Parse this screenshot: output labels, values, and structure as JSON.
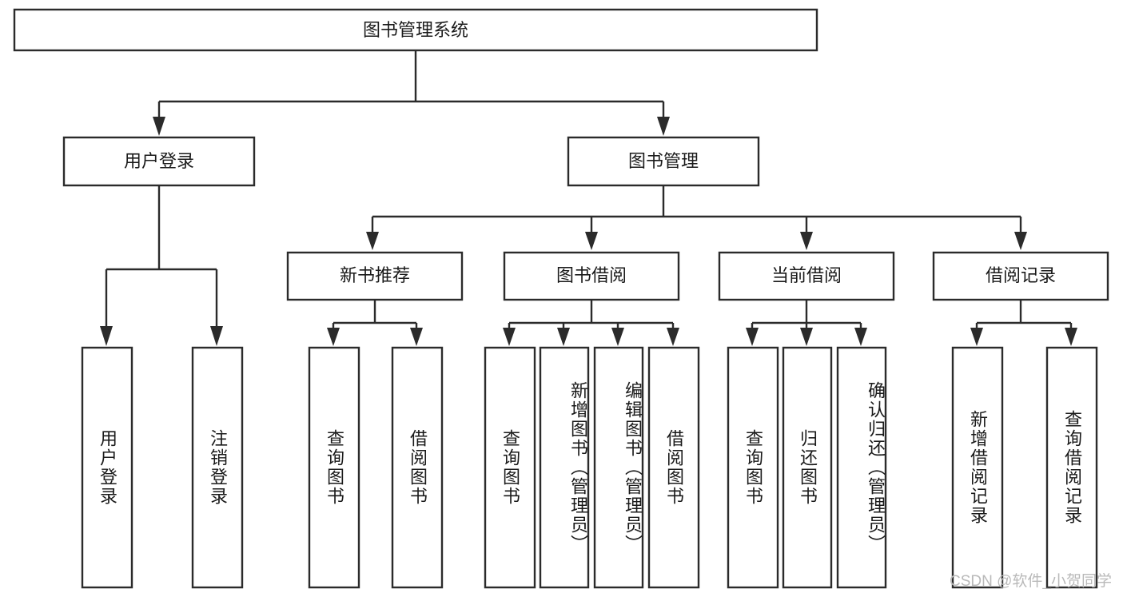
{
  "diagram": {
    "title": "图书管理系统",
    "type": "hierarchy-tree",
    "root": {
      "id": "root",
      "label": "图书管理系统"
    },
    "level2": [
      {
        "id": "user-login",
        "label": "用户登录"
      },
      {
        "id": "book-manage",
        "label": "图书管理"
      }
    ],
    "level3": [
      {
        "id": "new-book-rec",
        "label": "新书推荐",
        "parent": "book-manage"
      },
      {
        "id": "book-borrow",
        "label": "图书借阅",
        "parent": "book-manage"
      },
      {
        "id": "current-borrow",
        "label": "当前借阅",
        "parent": "book-manage"
      },
      {
        "id": "borrow-record",
        "label": "借阅记录",
        "parent": "book-manage"
      }
    ],
    "leaves": [
      {
        "id": "leaf-user-login",
        "label": "用户登录",
        "parent": "user-login"
      },
      {
        "id": "leaf-user-logout",
        "label": "注销登录",
        "parent": "user-login"
      },
      {
        "id": "leaf-query-book-1",
        "label": "查询图书",
        "parent": "new-book-rec"
      },
      {
        "id": "leaf-borrow-book-1",
        "label": "借阅图书",
        "parent": "new-book-rec"
      },
      {
        "id": "leaf-query-book-2",
        "label": "查询图书",
        "parent": "book-borrow"
      },
      {
        "id": "leaf-add-book",
        "label": "新增图书（管理员）",
        "parent": "book-borrow"
      },
      {
        "id": "leaf-edit-book",
        "label": "编辑图书（管理员）",
        "parent": "book-borrow"
      },
      {
        "id": "leaf-borrow-book-2",
        "label": "借阅图书",
        "parent": "book-borrow"
      },
      {
        "id": "leaf-query-book-3",
        "label": "查询图书",
        "parent": "current-borrow"
      },
      {
        "id": "leaf-return-book",
        "label": "归还图书",
        "parent": "current-borrow"
      },
      {
        "id": "leaf-confirm-return",
        "label": "确认归还（管理员）",
        "parent": "current-borrow"
      },
      {
        "id": "leaf-add-record",
        "label": "新增借阅记录",
        "parent": "borrow-record"
      },
      {
        "id": "leaf-query-record",
        "label": "查询借阅记录",
        "parent": "borrow-record"
      }
    ]
  },
  "watermark": {
    "text": "CSDN @软件_小贺同学"
  },
  "colors": {
    "stroke": "#2b2b2b",
    "fill": "#ffffff",
    "text": "#1a1a1a",
    "watermark": "#b9b9b9"
  }
}
